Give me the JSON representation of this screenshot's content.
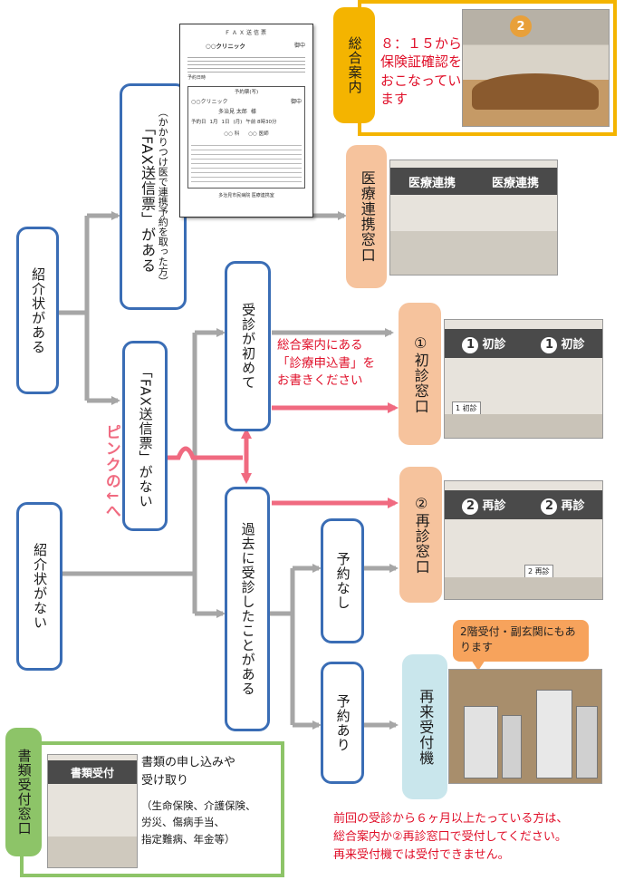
{
  "boxes": {
    "referral_yes": "紹介状がある",
    "fax_yes": "「FAX送信票」がある",
    "fax_yes_note": "（かかりつけ医で連携予約を取った方）",
    "fax_no": "「FAX送信票」がない",
    "first_visit": "受診が初めて",
    "referral_no": "紹介状がない",
    "past_visit": "過去に受診したことがある",
    "no_appointment": "予約なし",
    "appointment": "予約あり"
  },
  "destinations": {
    "info": "総合案内",
    "medical_liaison": "医療連携窓口",
    "first_window": "①初診窓口",
    "return_window": "②再診窓口",
    "return_machine": "再来受付機",
    "documents": "書類受付窓口"
  },
  "info_note": "８：１５から保険証確認をおこなっています",
  "pink_note": "ピンクの↓へ",
  "first_visit_note": [
    "総合案内にある",
    "「診療申込書」を",
    "お書きください"
  ],
  "callout": "2階受付・副玄関にもあります",
  "bottom_note": [
    "前回の受診から６ヶ月以上たっている方は、",
    "総合案内か②再診窓口で受付してください。",
    "再来受付機では受付できません。"
  ],
  "documents_desc": [
    "書類の申し込みや",
    "受け取り"
  ],
  "documents_examples": [
    "（生命保険、介護保険、",
    "労災、傷病手当、",
    "指定難病、年金等）"
  ],
  "photo_signs": {
    "liaison": "医療連携",
    "first": "初診",
    "first_num": "1",
    "return": "再診",
    "return_num": "2",
    "first_small": "1 初診",
    "return_small": "2 再診",
    "documents": "書類受付",
    "info_num": "2"
  },
  "fax_doc": {
    "title": "ＦＡＸ送信票",
    "clinic": "○○クリニック",
    "sama": "御中",
    "reservation_label": "予約票(写)",
    "patient": "多治見 太郎",
    "honorific": "様",
    "date_label": "予約日",
    "month": "1月",
    "day": "1日",
    "weekday": "(月)",
    "time": "午前 8時30分",
    "dept": "○○ 科",
    "doctor": "○○ 医師",
    "clinic2": "○○クリニック",
    "role": "御中",
    "header_small": "予約日時",
    "footer": "多治見市民病院 医療連携室"
  },
  "colors": {
    "box_border": "#3a6db5",
    "arrow_gray": "#a6a6a6",
    "arrow_pink": "#f06a80",
    "orange": "#f6c39d",
    "teal": "#c9e6ec",
    "yellow": "#f4b400",
    "green": "#8dc468",
    "red_text": "#e0102a"
  }
}
